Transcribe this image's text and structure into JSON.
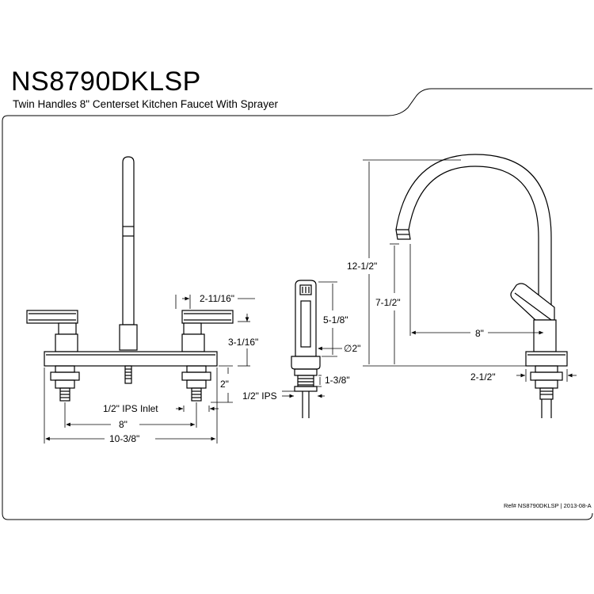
{
  "header": {
    "model": "NS8790DKLSP",
    "description": "Twin Handles 8\" Centerset Kitchen Faucet With Sprayer"
  },
  "dimensions": {
    "handle_spacing": "2-11/16\"",
    "handle_height": "3-1/16\"",
    "shank_length": "2\"",
    "inlet": "1/2\" IPS Inlet",
    "centers": "8\"",
    "overall_width": "10-3/8\"",
    "sprayer_length": "5-1/8\"",
    "sprayer_diameter": "∅2\"",
    "sprayer_shank": "1-3/8\"",
    "sprayer_ips": "1/2\" IPS",
    "total_height": "12-1/2\"",
    "spout_height": "7-1/2\"",
    "spout_reach": "8\"",
    "base_height": "2-1/2\""
  },
  "footer": {
    "reference": "Ref# NS8790DKLSP | 2013-08-A"
  }
}
